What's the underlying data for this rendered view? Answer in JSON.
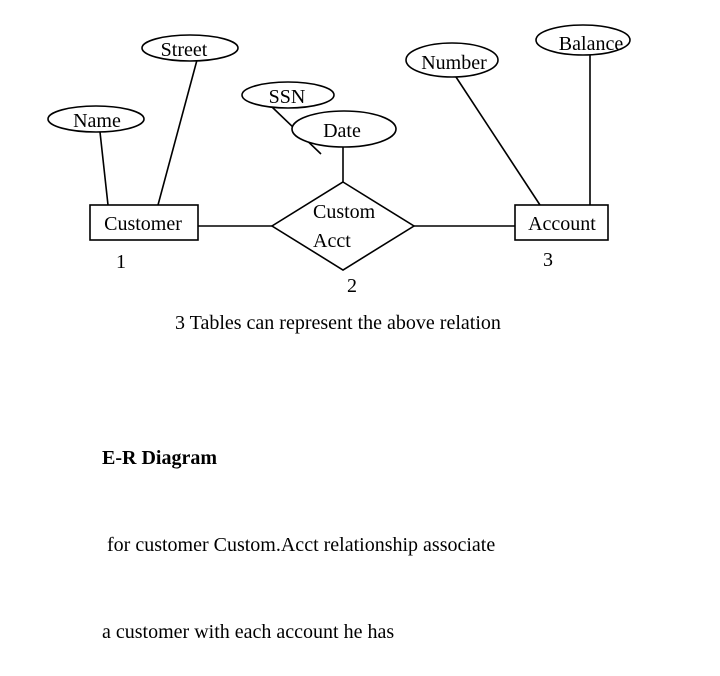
{
  "diagram": {
    "attributes": {
      "street": "Street",
      "name": "Name",
      "ssn": "SSN",
      "date": "Date",
      "number": "Number",
      "balance": "Balance"
    },
    "entities": {
      "customer": "Customer",
      "account": "Account"
    },
    "relationship": {
      "line1": "Custom",
      "line2": "Acct"
    },
    "table_numbers": {
      "customer": "1",
      "relationship": "2",
      "account": "3"
    }
  },
  "caption": "3 Tables can represent the above relation",
  "description": {
    "title": "E-R Diagram",
    "line1": " for customer Custom.Acct relationship associate",
    "line2": "a customer with each account he has"
  }
}
